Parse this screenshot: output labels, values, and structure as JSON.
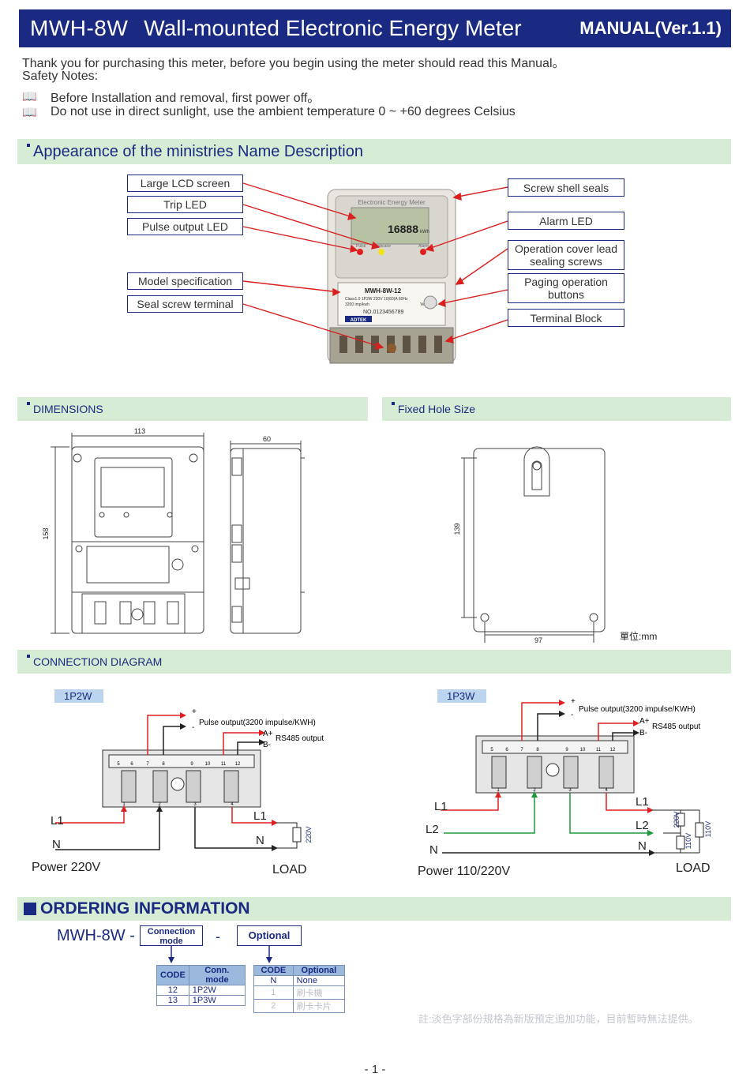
{
  "header": {
    "model": "MWH-8W",
    "name": "Wall-mounted Electronic Energy Meter",
    "manual": "MANUAL(Ver.1.1)"
  },
  "intro": {
    "thanks": "Thank you for purchasing this meter, before you begin using the meter should read this Manual。",
    "safety": "Safety Notes:",
    "notes": [
      "Before Installation and removal, first power off。",
      "Do not use in direct sunlight, use the ambient temperature 0 ~ +60 degrees Celsius"
    ]
  },
  "appearance": {
    "heading": "Appearance of the ministries Name Description",
    "left_labels": [
      "Large LCD screen",
      "Trip LED",
      "Pulse output LED",
      "Model specification",
      "Seal screw terminal"
    ],
    "right_labels": [
      "Screw shell seals",
      "Alarm LED",
      "Operation cover lead sealing screws",
      "Paging operation buttons",
      "Terminal Block"
    ],
    "meter": {
      "face_label": "Electronic Energy Meter",
      "lcd_value": "16888",
      "lcd_unit": "kWh",
      "led_labels": [
        "Pulse",
        "Indicator",
        "Alarm"
      ],
      "plate_model": "MWH-8W-12",
      "plate_spec": "Class1.0  1P2W  220V  10(60)A  60Hz",
      "plate_imp": "3200 imp/kwh",
      "plate_year": "Year:2011",
      "plate_no": "NO.0123456789",
      "plate_brand": "ADTEK"
    }
  },
  "dimensions": {
    "heading": "DIMENSIONS",
    "width": "113",
    "depth": "60",
    "height": "158"
  },
  "hole": {
    "heading": "Fixed Hole Size",
    "height": "139",
    "width": "97",
    "unit": "單位:mm"
  },
  "connection": {
    "heading": "CONNECTION DIAGRAM",
    "p1": {
      "tag": "1P2W",
      "pulse": "Pulse output(3200 impulse/KWH)",
      "rs485": "RS485 output",
      "plus": "+",
      "minus": "-",
      "a_plus": "A+",
      "b_minus": "B-",
      "terminals_top": [
        "5",
        "6",
        "7",
        "8",
        "9",
        "10",
        "11",
        "12"
      ],
      "terminals_bottom": [
        "1",
        "2",
        "3",
        "4"
      ],
      "l1": "L1",
      "n": "N",
      "l1_out": "L1",
      "n_out": "N",
      "voltage": "220V",
      "power": "Power 220V",
      "load": "LOAD"
    },
    "p3": {
      "tag": "1P3W",
      "pulse": "Pulse output(3200 impulse/KWH)",
      "rs485": "RS485 output",
      "plus": "+",
      "minus": "-",
      "a_plus": "A+",
      "b_minus": "B-",
      "terminals_top": [
        "5",
        "6",
        "7",
        "8",
        "9",
        "10",
        "11",
        "12"
      ],
      "terminals_bottom": [
        "1",
        "2",
        "3",
        "4"
      ],
      "l1": "L1",
      "l2": "L2",
      "n": "N",
      "l1_out": "L1",
      "l2_out": "L2",
      "n_out": "N",
      "v220": "220V",
      "v110a": "110V",
      "v110b": "110V",
      "power": "Power 110/220V",
      "load": "LOAD"
    }
  },
  "ordering": {
    "heading": "ORDERING INFORMATION",
    "prefix": "MWH-8W -",
    "dash": "-",
    "box_conn": "Connection mode",
    "box_opt": "Optional",
    "conn_table": {
      "headers": [
        "CODE",
        "Conn. mode"
      ],
      "rows": [
        [
          "12",
          "1P2W"
        ],
        [
          "13",
          "1P3W"
        ]
      ]
    },
    "opt_table": {
      "headers": [
        "CODE",
        "Optional"
      ],
      "rows": [
        [
          "N",
          "None"
        ],
        [
          "1",
          "刷卡機"
        ],
        [
          "2",
          "刷卡卡片"
        ]
      ]
    },
    "footnote": "註:淡色字部份規格為新版預定追加功能，目前暫時無法提供。"
  },
  "page_number": "- 1 -"
}
